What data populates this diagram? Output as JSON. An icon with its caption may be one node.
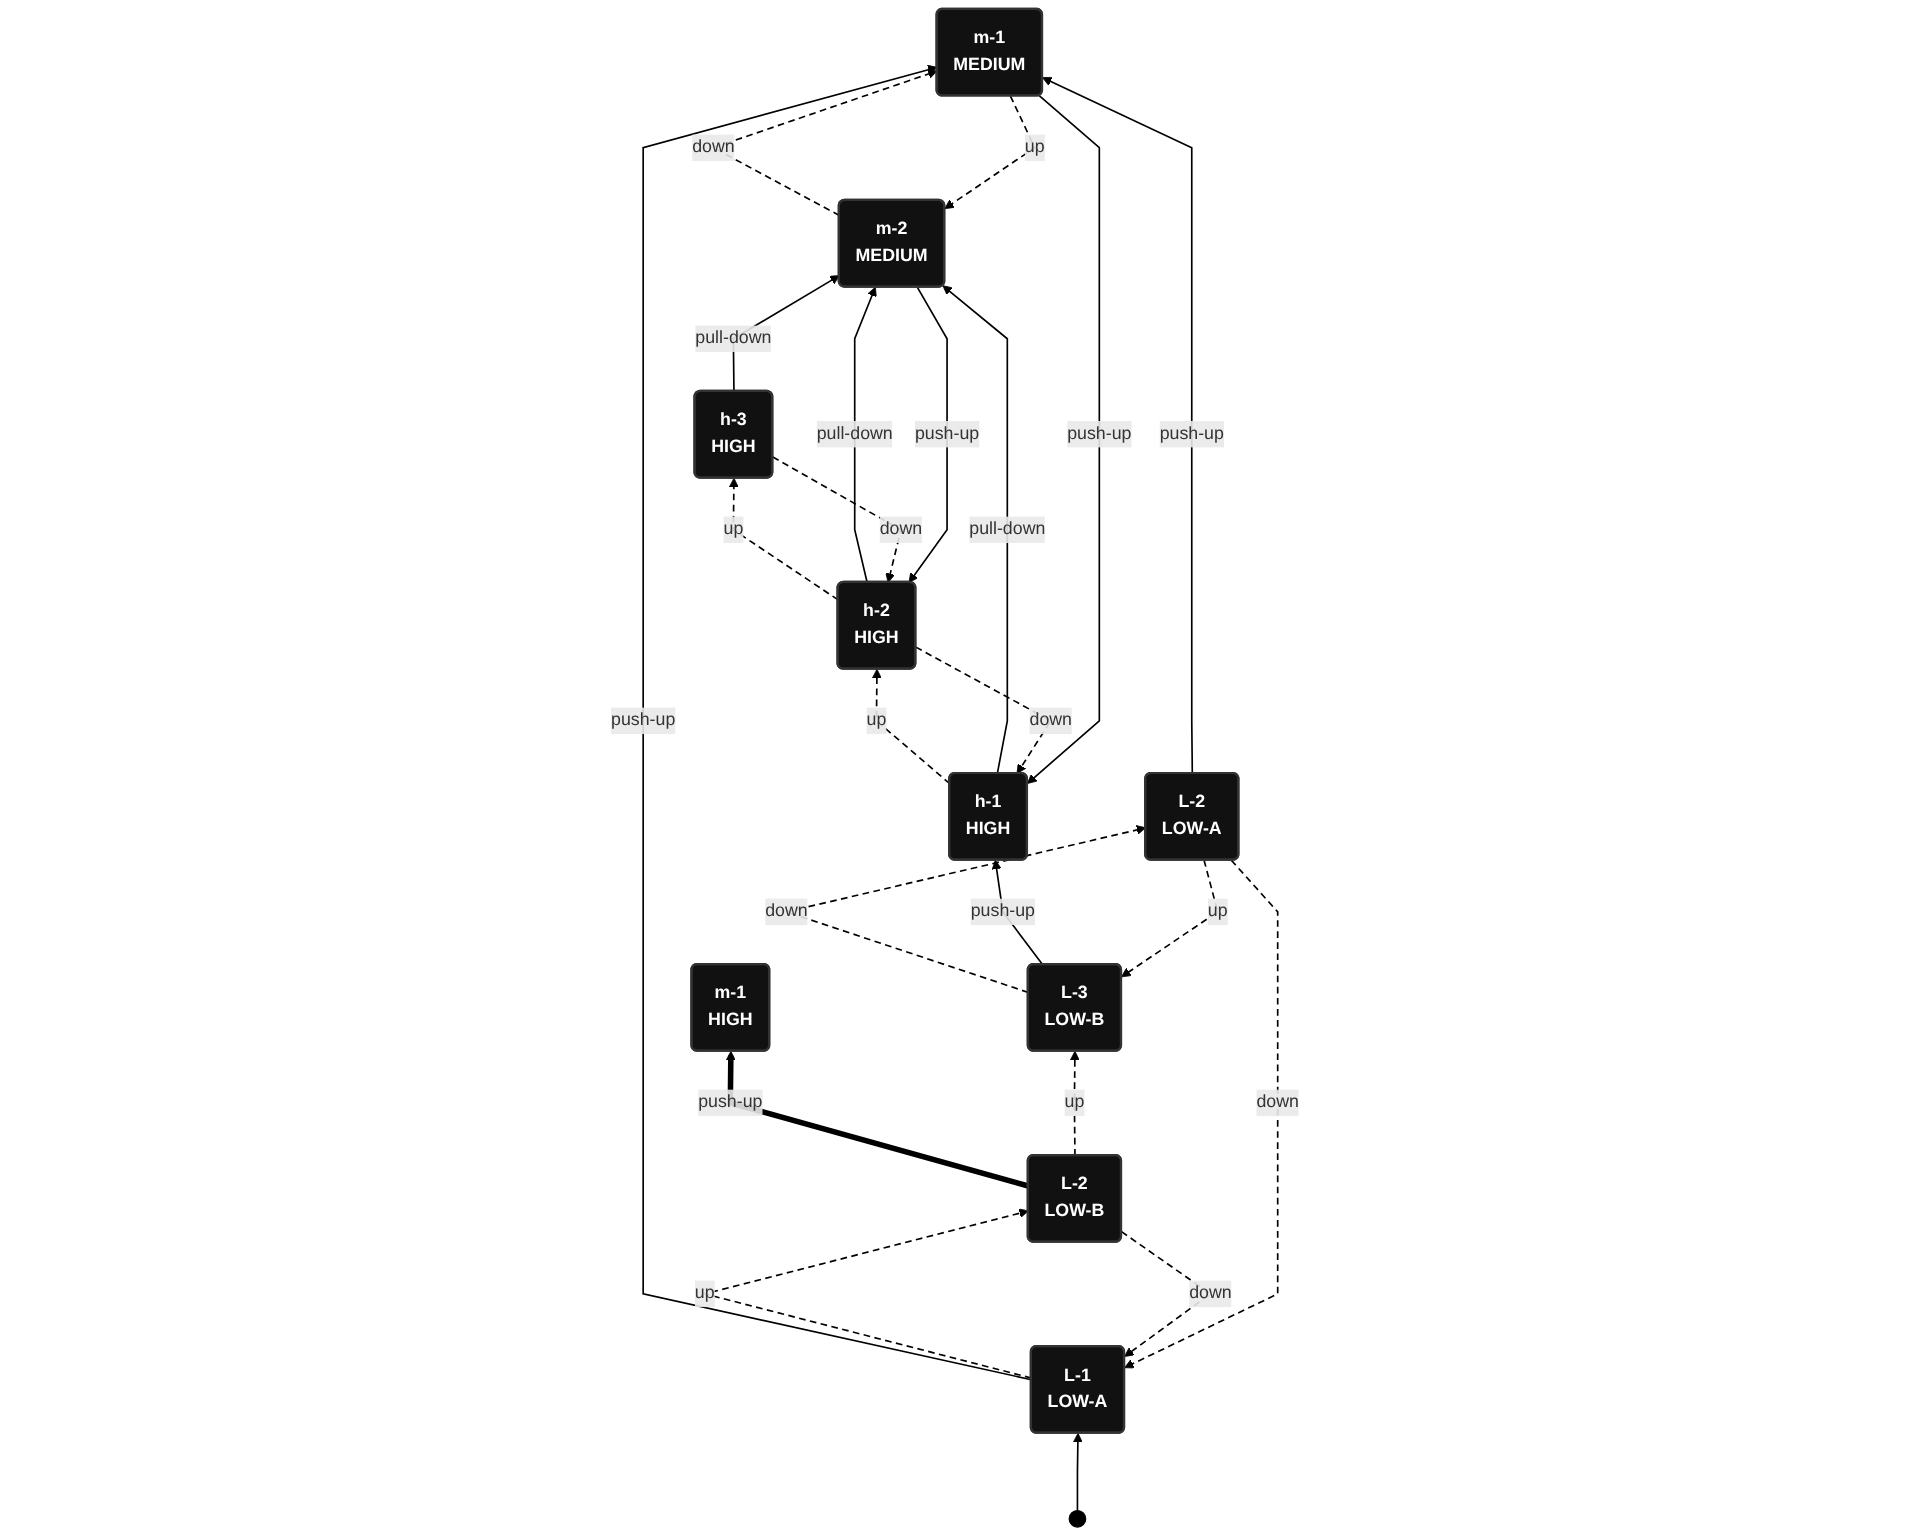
{
  "diagram": {
    "nodes": [
      {
        "text": [
          "h-1",
          "HIGH"
        ]
      },
      {
        "text": [
          "h-2",
          "HIGH"
        ]
      },
      {
        "text": [
          "h-3",
          "HIGH"
        ]
      },
      {
        "text": [
          "m-1",
          "MEDIUM"
        ]
      },
      {
        "text": [
          "m-2",
          "MEDIUM"
        ]
      },
      {
        "text": [
          "m-1",
          "HIGH"
        ]
      },
      {
        "text": [
          "L-1",
          "LOW-A"
        ]
      },
      {
        "text": [
          "L-2",
          "LOW-B"
        ]
      },
      {
        "text": [
          "L-3",
          "LOW-B"
        ]
      },
      {
        "text": [
          "L-2",
          "LOW-A"
        ]
      },
      {
        "text": [],
        "shape": "circle"
      }
    ],
    "edges": [
      {
        "from": 0,
        "to": 1,
        "arrow": "to",
        "label": "up",
        "style": "dashed"
      },
      {
        "from": 1,
        "to": 0,
        "arrow": "to",
        "label": "down",
        "style": "dashed"
      },
      {
        "from": 1,
        "to": 2,
        "arrow": "to",
        "label": "up",
        "style": "dashed"
      },
      {
        "from": 2,
        "to": 1,
        "arrow": "to",
        "label": "down",
        "style": "dashed"
      },
      {
        "from": 0,
        "to": 4,
        "arrow": "to",
        "label": "pull-down"
      },
      {
        "from": 1,
        "to": 4,
        "arrow": "to",
        "label": "pull-down"
      },
      {
        "from": 4,
        "to": 1,
        "arrow": "to",
        "label": "push-up"
      },
      {
        "from": 2,
        "to": 4,
        "arrow": "to",
        "label": "pull-down"
      },
      {
        "from": 3,
        "to": 0,
        "arrow": "to",
        "label": "push-up"
      },
      {
        "from": 3,
        "to": 4,
        "arrow": "to",
        "label": "up",
        "style": "dashed"
      },
      {
        "from": 4,
        "to": 3,
        "arrow": "to",
        "label": "down",
        "style": "dashed"
      },
      {
        "from": 6,
        "to": 3,
        "arrow": "to",
        "label": "push-up"
      },
      {
        "from": 7,
        "to": 5,
        "arrow": "to",
        "label": "push-up",
        "style": "thick"
      },
      {
        "from": 6,
        "to": 7,
        "arrow": "to",
        "label": "up",
        "style": "dashed"
      },
      {
        "from": 7,
        "to": 6,
        "arrow": "to",
        "label": "down",
        "style": "dashed"
      },
      {
        "from": 7,
        "to": 8,
        "arrow": "to",
        "label": "up",
        "style": "dashed"
      },
      {
        "from": 8,
        "to": 9,
        "arrow": "to",
        "label": "down",
        "style": "dashed"
      },
      {
        "from": 9,
        "to": 6,
        "arrow": "to",
        "label": "down",
        "style": "dashed"
      },
      {
        "from": 9,
        "to": 8,
        "arrow": "to",
        "label": "up",
        "style": "dashed"
      },
      {
        "from": 9,
        "to": 3,
        "arrow": "to",
        "label": "push-up"
      },
      {
        "from": 8,
        "to": 0,
        "arrow": "to",
        "label": "push-up"
      },
      {
        "from": 10,
        "to": 6,
        "arrow": "to"
      }
    ]
  }
}
